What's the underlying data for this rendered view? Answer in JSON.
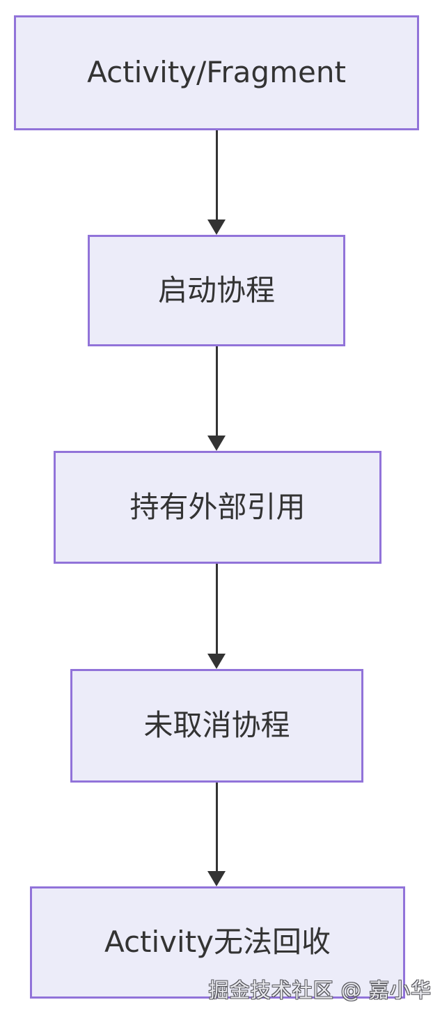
{
  "diagram": {
    "type": "flowchart",
    "direction": "top-down",
    "nodes": [
      {
        "id": "A",
        "label": "Activity/Fragment"
      },
      {
        "id": "B",
        "label": "启动协程"
      },
      {
        "id": "C",
        "label": "持有外部引用"
      },
      {
        "id": "D",
        "label": "未取消协程"
      },
      {
        "id": "E",
        "label": "Activity无法回收"
      }
    ],
    "edges": [
      {
        "from": "A",
        "to": "B",
        "style": "arrow-down"
      },
      {
        "from": "B",
        "to": "C",
        "style": "arrow-down"
      },
      {
        "from": "C",
        "to": "D",
        "style": "arrow-down"
      },
      {
        "from": "D",
        "to": "E",
        "style": "arrow-down"
      }
    ],
    "colors": {
      "node_fill": "#ECECF9",
      "node_border": "#9173D9",
      "node_text": "#333333",
      "arrow": "#333333",
      "background": "#FFFFFF",
      "watermark_fill": "#E9E9EE",
      "watermark_outline": "#55555A"
    }
  },
  "watermark": {
    "text": "掘金技术社区 @ 嘉小华"
  }
}
